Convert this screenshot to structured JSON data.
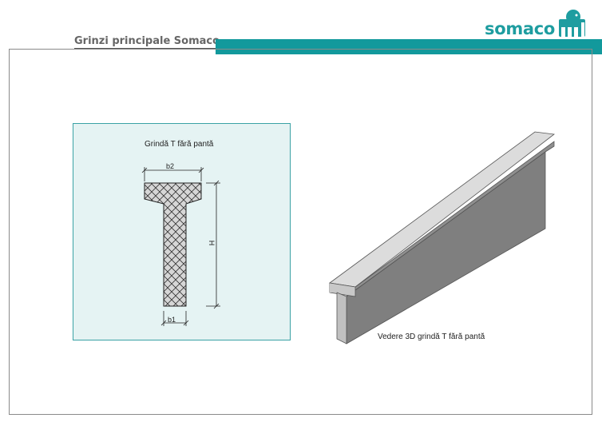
{
  "brand": {
    "name": "somaco",
    "accent_color": "#12999c",
    "logo_icon": "elephant-icon"
  },
  "header": {
    "title": "Grinzi principale Somaco"
  },
  "section_view": {
    "caption": "Grindă T fără pantă",
    "dimension_top": "b2",
    "dimension_bottom": "b1",
    "dimension_height": "H"
  },
  "view_3d": {
    "caption": "Vedere 3D grindă T fără pantă"
  }
}
